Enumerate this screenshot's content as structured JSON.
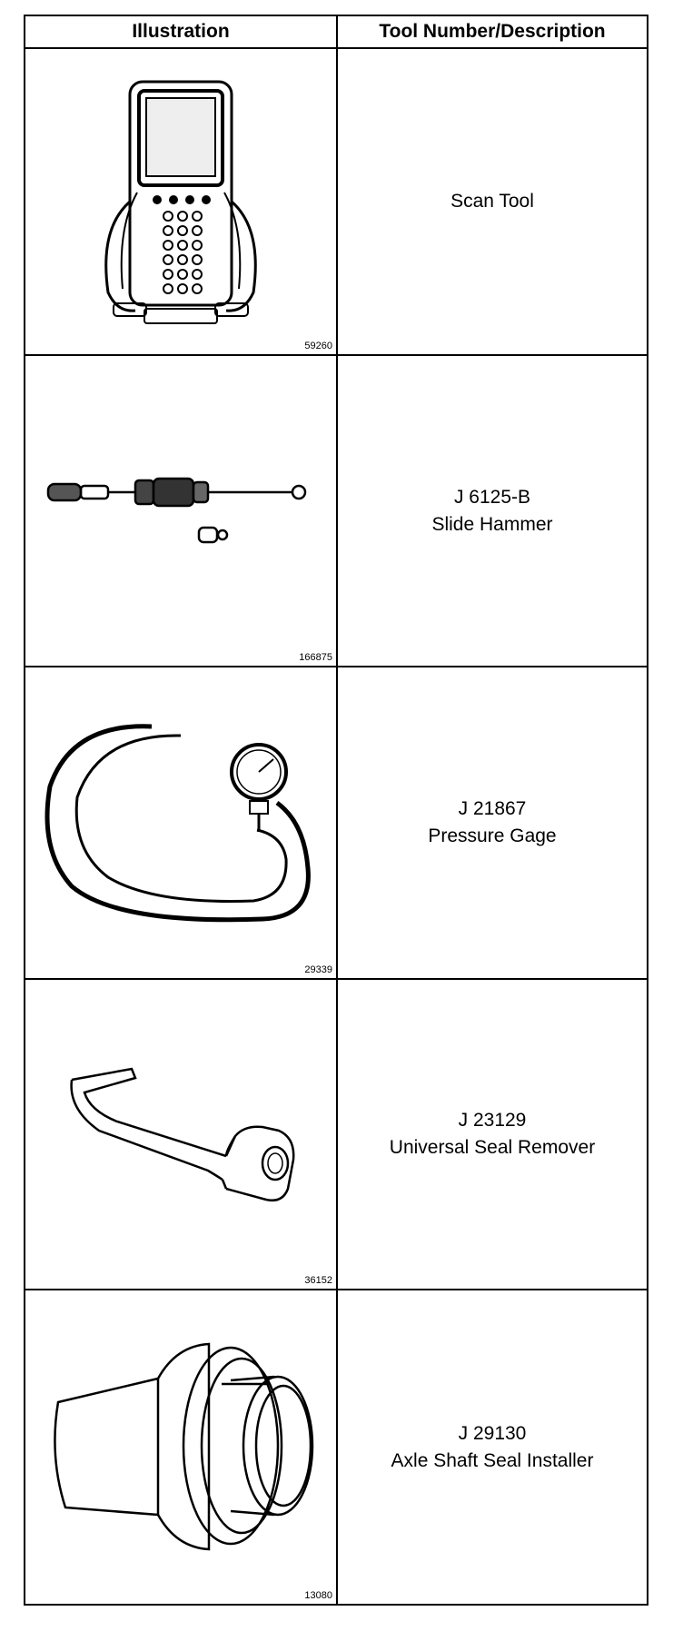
{
  "table": {
    "headers": [
      "Illustration",
      "Tool Number/Description"
    ],
    "rows": [
      {
        "figure_number": "59260",
        "icon": "scan-tool-icon",
        "number": "",
        "description": "Scan Tool"
      },
      {
        "figure_number": "166875",
        "icon": "slide-hammer-icon",
        "number": "J 6125-B",
        "description": "Slide Hammer"
      },
      {
        "figure_number": "29339",
        "icon": "pressure-gage-icon",
        "number": "J 21867",
        "description": "Pressure Gage"
      },
      {
        "figure_number": "36152",
        "icon": "seal-remover-icon",
        "number": "J 23129",
        "description": "Universal Seal Remover"
      },
      {
        "figure_number": "13080",
        "icon": "seal-installer-icon",
        "number": "J 29130",
        "description": "Axle Shaft Seal Installer"
      }
    ]
  }
}
